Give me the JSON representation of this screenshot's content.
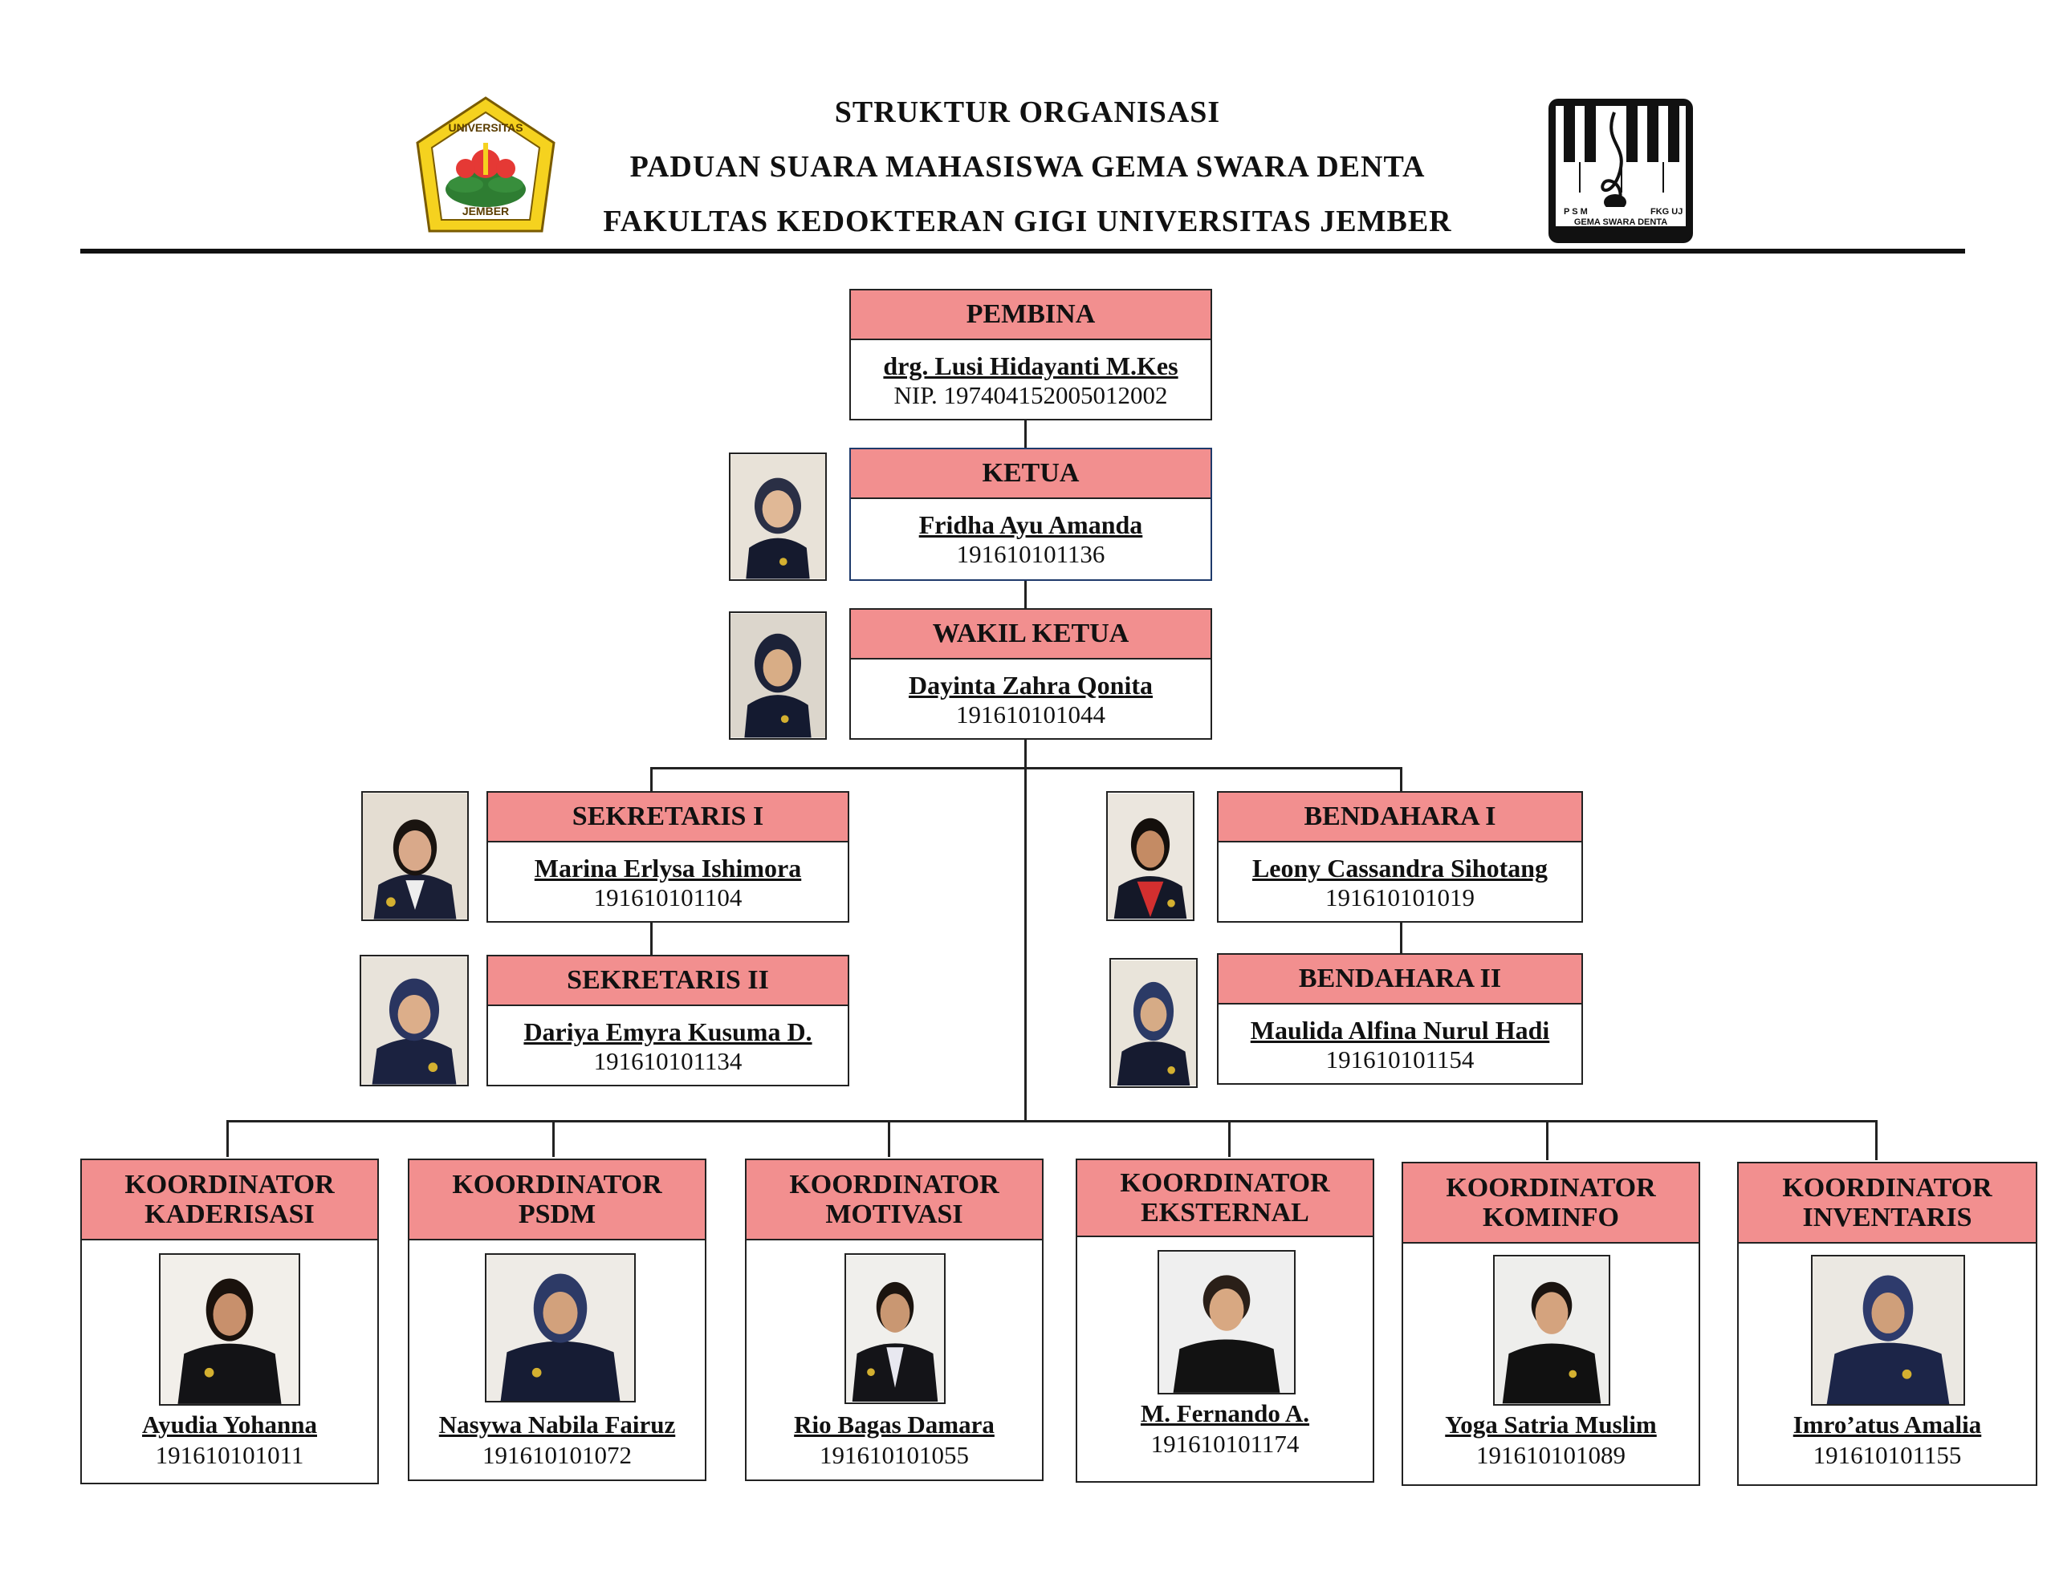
{
  "header": {
    "line1": "STRUKTUR ORGANISASI",
    "line2": "PADUAN SUARA MAHASISWA GEMA SWARA DENTA",
    "line3": "FAKULTAS KEDOKTERAN GIGI UNIVERSITAS JEMBER",
    "logo_left_text_top": "UNIVERSITAS",
    "logo_left_text_bottom": "JEMBER",
    "logo_right_text_psm": "P S M",
    "logo_right_text_fkg": "FKG UJ",
    "logo_right_text_name": "GEMA SWARA DENTA"
  },
  "colors": {
    "header_fill": "#f28f8f",
    "line": "#222222",
    "logo_yellow": "#f5d21f",
    "logo_green": "#2e7d32"
  },
  "pembina": {
    "title": "PEMBINA",
    "name": "drg. Lusi Hidayanti M.Kes",
    "nip": "NIP. 197404152005012002"
  },
  "ketua": {
    "title": "KETUA",
    "name": "Fridha Ayu Amanda",
    "nip": "191610101136"
  },
  "wakil": {
    "title": "WAKIL KETUA",
    "name": "Dayinta Zahra Qonita",
    "nip": "191610101044"
  },
  "sekretaris1": {
    "title": "SEKRETARIS I",
    "name": "Marina Erlysa Ishimora",
    "nip": "191610101104"
  },
  "sekretaris2": {
    "title": "SEKRETARIS II",
    "name": "Dariya Emyra Kusuma D.",
    "nip": "191610101134"
  },
  "bendahara1": {
    "title": "BENDAHARA I",
    "name": "Leony Cassandra Sihotang",
    "nip": "191610101019"
  },
  "bendahara2": {
    "title": "BENDAHARA II",
    "name": "Maulida Alfina Nurul Hadi",
    "nip": "191610101154"
  },
  "koordinator": [
    {
      "title1": "KOORDINATOR",
      "title2": "KADERISASI",
      "name": "Ayudia Yohanna",
      "nip": "191610101011"
    },
    {
      "title1": "KOORDINATOR",
      "title2": "PSDM",
      "name": "Nasywa Nabila Fairuz",
      "nip": "191610101072"
    },
    {
      "title1": "KOORDINATOR",
      "title2": "MOTIVASI",
      "name": "Rio Bagas Damara",
      "nip": "191610101055"
    },
    {
      "title1": "KOORDINATOR",
      "title2": "EKSTERNAL",
      "name": "M. Fernando A.",
      "nip": "191610101174"
    },
    {
      "title1": "KOORDINATOR",
      "title2": "KOMINFO",
      "name": "Yoga Satria Muslim",
      "nip": "191610101089"
    },
    {
      "title1": "KOORDINATOR",
      "title2": "INVENTARIS",
      "name": "Imro’atus Amalia",
      "nip": "191610101155"
    }
  ]
}
